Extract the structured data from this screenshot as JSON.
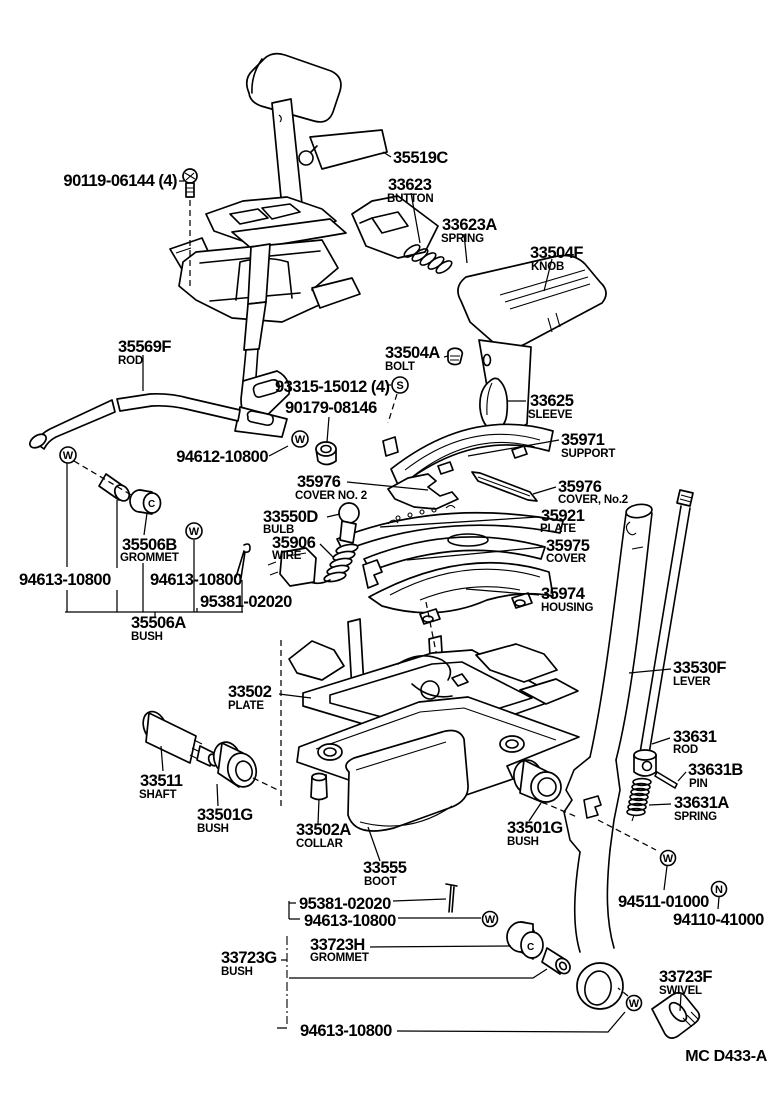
{
  "diagram": {
    "type": "exploded-parts-diagram",
    "drawing_code": "MC D433-A",
    "background_color": "#ffffff",
    "line_color": "#000000",
    "symbols": {
      "washer": "W",
      "nut": "N",
      "screw": "S",
      "clip": "C"
    },
    "parts": [
      {
        "number": "90119-06144 (4)",
        "name": ""
      },
      {
        "number": "35519C",
        "name": ""
      },
      {
        "number": "33623",
        "name": "BUTTON"
      },
      {
        "number": "33623A",
        "name": "SPRING"
      },
      {
        "number": "33504F",
        "name": "KNOB"
      },
      {
        "number": "33504A",
        "name": "BOLT"
      },
      {
        "number": "93315-15012 (4)",
        "name": ""
      },
      {
        "number": "33625",
        "name": "SLEEVE"
      },
      {
        "number": "35569F",
        "name": "ROD"
      },
      {
        "number": "90179-08146",
        "name": ""
      },
      {
        "number": "94612-10800",
        "name": ""
      },
      {
        "number": "35971",
        "name": "SUPPORT"
      },
      {
        "number": "35976",
        "name": "COVER NO. 2"
      },
      {
        "number": "35976",
        "name": "COVER, No.2"
      },
      {
        "number": "33550D",
        "name": "BULB"
      },
      {
        "number": "35921",
        "name": "PLATE"
      },
      {
        "number": "35906",
        "name": "WIRE"
      },
      {
        "number": "35975",
        "name": "COVER"
      },
      {
        "number": "35506B",
        "name": "GROMMET"
      },
      {
        "number": "94613-10800",
        "name": ""
      },
      {
        "number": "94613-10800",
        "name": ""
      },
      {
        "number": "95381-02020",
        "name": ""
      },
      {
        "number": "35506A",
        "name": "BUSH"
      },
      {
        "number": "35974",
        "name": "HOUSING"
      },
      {
        "number": "33502",
        "name": "PLATE"
      },
      {
        "number": "33530F",
        "name": "LEVER"
      },
      {
        "number": "33631",
        "name": "ROD"
      },
      {
        "number": "33631B",
        "name": "PIN"
      },
      {
        "number": "33631A",
        "name": "SPRING"
      },
      {
        "number": "33511",
        "name": "SHAFT"
      },
      {
        "number": "33501G",
        "name": "BUSH"
      },
      {
        "number": "33502A",
        "name": "COLLAR"
      },
      {
        "number": "33555",
        "name": "BOOT"
      },
      {
        "number": "33501G",
        "name": "BUSH"
      },
      {
        "number": "95381-02020",
        "name": ""
      },
      {
        "number": "94613-10800",
        "name": ""
      },
      {
        "number": "33723H",
        "name": "GROMMET"
      },
      {
        "number": "33723G",
        "name": "BUSH"
      },
      {
        "number": "94511-01000",
        "name": ""
      },
      {
        "number": "94110-41000",
        "name": ""
      },
      {
        "number": "33723F",
        "name": "SWIVEL"
      },
      {
        "number": "94613-10800",
        "name": ""
      }
    ]
  }
}
